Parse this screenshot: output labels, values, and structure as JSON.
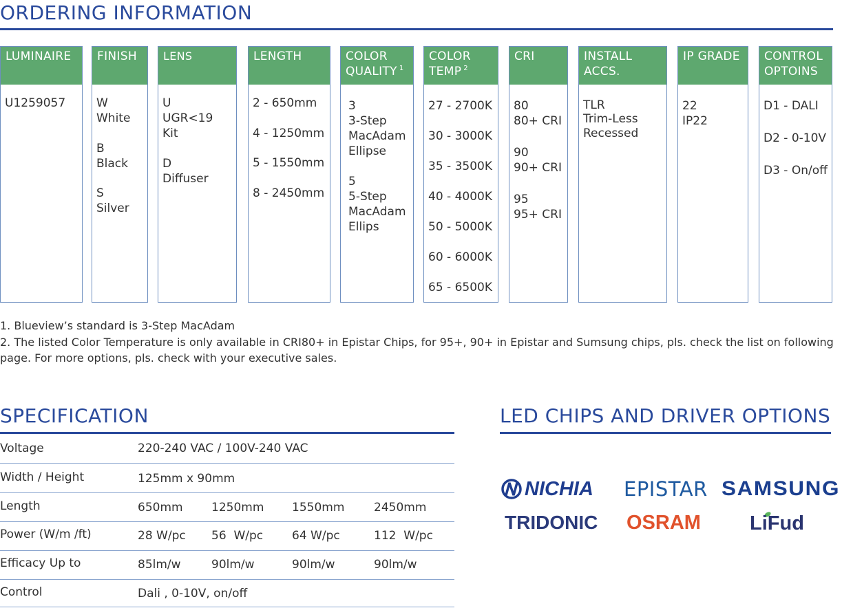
{
  "ordering": {
    "title": "ORDERING INFORMATION",
    "columns": [
      {
        "header": "LUMINAIRE",
        "entries": [
          {
            "code": "U1259057",
            "name": ""
          }
        ]
      },
      {
        "header": "FINISH",
        "entries": [
          {
            "code": "W",
            "name": "White"
          },
          {
            "code": "B",
            "name": "Black"
          },
          {
            "code": "S",
            "name": "Silver"
          }
        ]
      },
      {
        "header": "LENS",
        "entries": [
          {
            "code": "U",
            "name": "UGR<19 Kit"
          },
          {
            "code": "D",
            "name": "Diffuser"
          }
        ]
      },
      {
        "header": "LENGTH",
        "options": [
          "2 - 650mm",
          "4 - 1250mm",
          "5 - 1550mm",
          "8 - 2450mm"
        ]
      },
      {
        "header_line1": "COLOR",
        "header_line2": "QUALITY",
        "header_sup": "1",
        "entries": [
          {
            "code": "3",
            "lines": [
              "3-Step",
              "MacAdam",
              "Ellipse"
            ]
          },
          {
            "code": "5",
            "lines": [
              "5-Step",
              "MacAdam",
              "Ellips"
            ]
          }
        ]
      },
      {
        "header_line1": "COLOR",
        "header_line2": "TEMP",
        "header_sup": "2",
        "options": [
          "27 - 2700K",
          "30 - 3000K",
          "35 - 3500K",
          "40 - 4000K",
          "50 - 5000K",
          "60 - 6000K",
          "65 - 6500K"
        ]
      },
      {
        "header": "CRI",
        "entries": [
          {
            "code": "80",
            "name": "80+ CRI"
          },
          {
            "code": "90",
            "name": "90+ CRI"
          },
          {
            "code": "95",
            "name": "95+ CRI"
          }
        ]
      },
      {
        "header_line1": "INSTALL",
        "header_line2": "ACCS.",
        "entries": [
          {
            "code": "TLR",
            "lines": [
              "Trim-Less",
              "Recessed"
            ]
          }
        ]
      },
      {
        "header": "IP GRADE",
        "entries": [
          {
            "code": "22",
            "name": "IP22"
          }
        ]
      },
      {
        "header_line1": "CONTROL",
        "header_line2": "OPTOINS",
        "options": [
          "D1 - DALI",
          "D2 - 0-10V",
          "D3 - On/off"
        ]
      }
    ]
  },
  "notes": [
    "1. Blueview’s standard  is 3-Step MacAdam",
    "2. The listed Color Temperature is only available in CRI80+ in Epistar Chips, for 95+, 90+ in Epistar and Sumsung chips, pls. check the list on following page. For more options, pls. check with your executive sales."
  ],
  "specification": {
    "title": "SPECIFICATION",
    "rows": [
      {
        "label": "Voltage",
        "values": [
          "220-240 VAC / 100V-240 VAC"
        ]
      },
      {
        "label": "Width / Height",
        "values": [
          "125mm x 90mm"
        ]
      },
      {
        "label": "Length",
        "values": [
          "650mm",
          "1250mm",
          "1550mm",
          "2450mm"
        ]
      },
      {
        "label": "Power (W/m /ft)",
        "values": [
          "28 W/pc",
          "56  W/pc",
          "64 W/pc",
          "112  W/pc"
        ]
      },
      {
        "label": "Efficacy Up to",
        "values": [
          "85lm/w",
          "90lm/w",
          "90lm/w",
          "90lm/w"
        ]
      },
      {
        "label": "Control",
        "values": [
          "Dali , 0-10V, on/off"
        ]
      }
    ]
  },
  "led": {
    "title": "LED CHIPS AND DRIVER OPTIONS",
    "brands": [
      "NICHIA",
      "EPISTAR",
      "SAMSUNG",
      "TRIDONIC",
      "OSRAM",
      "LiFud"
    ],
    "colors": {
      "nichia": "#1f3d8f",
      "epistar": "#1f5aa0",
      "samsung": "#1b3f8f",
      "tridonic": "#2b3a7a",
      "osram": "#e1522c",
      "lifud": "#2a3470",
      "lifud_leaf": "#59b35a"
    }
  },
  "colors": {
    "title_blue": "#2a4a9c",
    "header_green": "#5ea86f",
    "border_blue": "#6e8fc0"
  }
}
